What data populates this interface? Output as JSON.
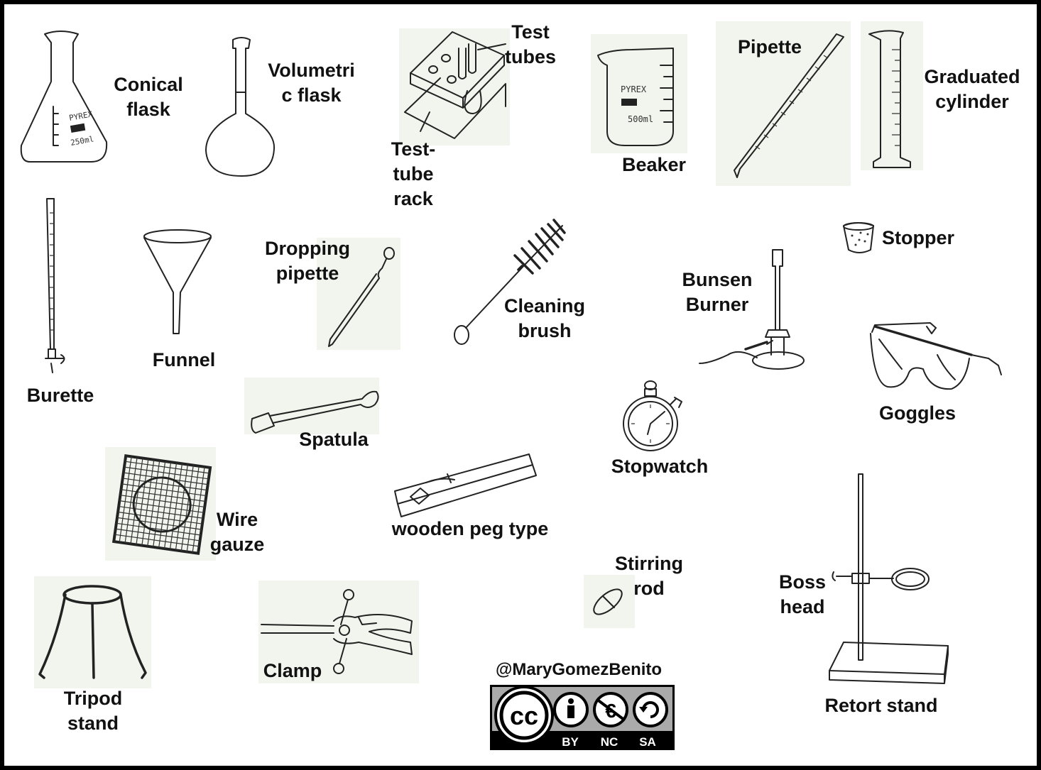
{
  "labels": {
    "conical_flask": [
      "Conical",
      "flask"
    ],
    "volumetric_flask": [
      "Volumetri",
      "c flask"
    ],
    "test_tubes": [
      "Test",
      "tubes"
    ],
    "test_tube_rack": [
      "Test-",
      "tube",
      "rack"
    ],
    "beaker": "Beaker",
    "pipette": "Pipette",
    "graduated_cylinder": [
      "Graduated",
      "cylinder"
    ],
    "burette": "Burette",
    "funnel": "Funnel",
    "dropping_pipette": [
      "Dropping",
      "pipette"
    ],
    "cleaning_brush": [
      "Cleaning",
      "brush"
    ],
    "stopper": "Stopper",
    "bunsen_burner": [
      "Bunsen",
      "Burner"
    ],
    "goggles": "Goggles",
    "spatula": "Spatula",
    "stopwatch": "Stopwatch",
    "wire_gauze": [
      "Wire",
      "gauze"
    ],
    "wooden_peg": "wooden peg type",
    "stirring_rod": [
      "Stirring",
      "rod"
    ],
    "boss_head": [
      "Boss",
      "head"
    ],
    "retort_stand": "Retort stand",
    "tripod_stand": [
      "Tripod",
      "stand"
    ],
    "clamp": "Clamp"
  },
  "drawing_text": {
    "conical_brand": "PYREX",
    "conical_volume": "250ml",
    "beaker_brand": "PYREX",
    "beaker_volume": "500ml"
  },
  "credit": "@MaryGomezBenito",
  "license_badge": {
    "cc": "cc",
    "by": "BY",
    "nc": "NC",
    "sa": "SA"
  },
  "icons": [
    "conical-flask-icon",
    "volumetric-flask-icon",
    "test-tube-rack-icon",
    "beaker-icon",
    "pipette-icon",
    "graduated-cylinder-icon",
    "burette-icon",
    "funnel-icon",
    "dropping-pipette-icon",
    "cleaning-brush-icon",
    "stopper-icon",
    "bunsen-burner-icon",
    "goggles-icon",
    "spatula-icon",
    "stopwatch-icon",
    "wire-gauze-icon",
    "wooden-peg-icon",
    "stirring-rod-icon",
    "retort-stand-icon",
    "tripod-stand-icon",
    "clamp-icon",
    "cc-license-icon"
  ],
  "colors": {
    "ink": "#222222",
    "paper": "#ffffff",
    "frame": "#000000",
    "badge_bg": "#000000",
    "badge_panel": "#aaaaaa"
  }
}
